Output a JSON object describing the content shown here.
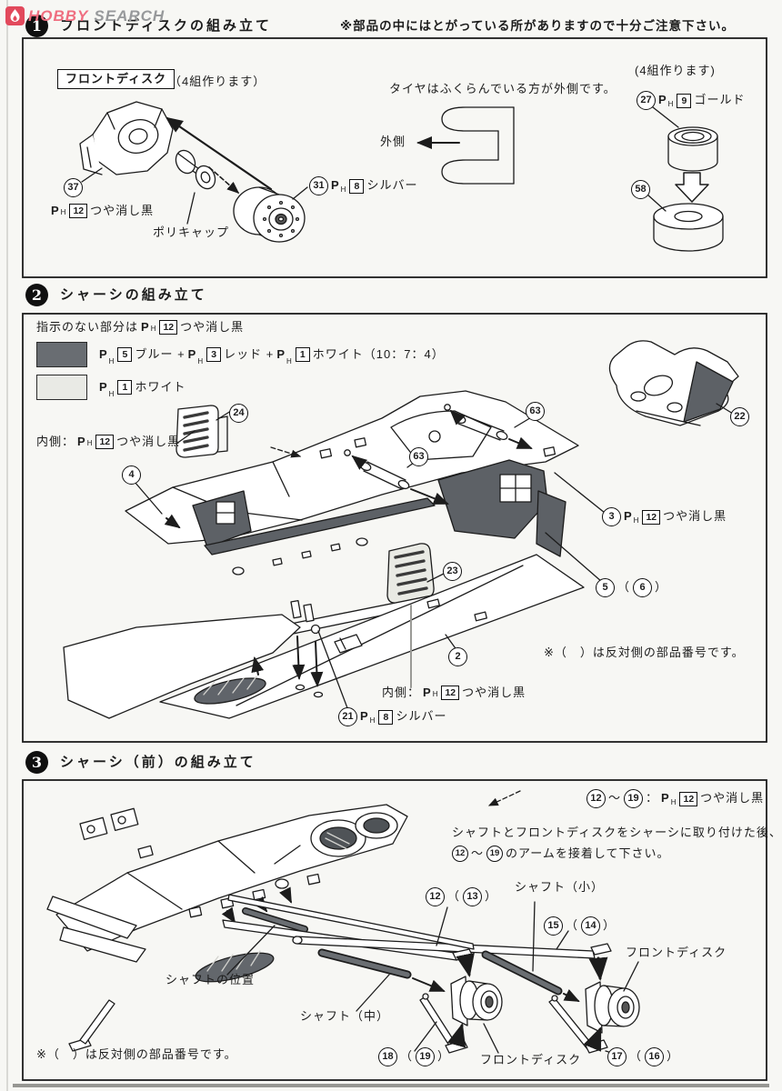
{
  "punct": {
    "open": "（",
    "close": "）",
    "tilde": "～",
    "colon": "："
  },
  "ph_mark": {
    "p": "P",
    "h": "H"
  },
  "watermark": {
    "hobby": "HOBBY",
    "search": "SEARCH",
    "accent": "#e2495c",
    "gray": "#97999b"
  },
  "colors": {
    "line": "#1c1c1c",
    "dark_part": "#5d6166",
    "light_part": "#e9eae4",
    "paper": "#f7f7f4"
  },
  "step1": {
    "number": "1",
    "title": "フロントディスクの組み立て",
    "warning": "※部品の中にはとがっている所がありますので十分ご注意下さい。",
    "disc_box_label": "フロントディスク",
    "make_count": "（4組作ります）",
    "part_37": "37",
    "paint_37": {
      "code": "12",
      "name": "つや消し黒"
    },
    "polycap": "ポリキャップ",
    "part_31": "31",
    "paint_31": {
      "code": "8",
      "name": "シルバー"
    },
    "tire_note": "タイヤはふくらんでいる方が外側です。",
    "outside": "外側",
    "make_count_right": "(4組作ります)",
    "part_27": "27",
    "paint_27": {
      "code": "9",
      "name": "ゴールド"
    },
    "part_58": "58"
  },
  "step2": {
    "number": "2",
    "title": "シャーシの組み立て",
    "default_note": {
      "prefix": "指示のない部分は",
      "code": "12",
      "name": "つや消し黒"
    },
    "swatch_dark": {
      "code1": "5",
      "name1": "ブルー + ",
      "code2": "3",
      "name2": "レッド + ",
      "code3": "1",
      "name3": "ホワイト（10：7：4）",
      "hex": "#696d72"
    },
    "swatch_light": {
      "code": "1",
      "name": "ホワイト",
      "hex": "#e9eae5"
    },
    "part_24": "24",
    "inner_note_top": {
      "prefix": "内側：",
      "code": "12",
      "name": "つや消し黒"
    },
    "part_4": "4",
    "part_63_top": "63",
    "part_63_mid": "63",
    "part_22": "22",
    "part_3": "3",
    "paint_3": {
      "code": "12",
      "name": "つや消し黒"
    },
    "part_5": "5",
    "part_6": "6",
    "part_23": "23",
    "part_2": "2",
    "inner_note_bottom": {
      "prefix": "内側：",
      "code": "12",
      "name": "つや消し黒"
    },
    "part_21": "21",
    "paint_21": {
      "code": "8",
      "name": "シルバー"
    },
    "opposite_note": "※（　）は反対側の部品番号です。"
  },
  "step3": {
    "number": "3",
    "title": "シャーシ（前）の組み立て",
    "range_note": {
      "from": "12",
      "to": "19",
      "code": "12",
      "name": "つや消し黒"
    },
    "instruction_line1": "シャフトとフロントディスクをシャーシに取り付けた後、",
    "instruction_from": "12",
    "instruction_to": "19",
    "instruction_line2": "のアームを接着して下さい。",
    "part_12": "12",
    "part_13": "13",
    "shaft_small": "シャフト（小）",
    "part_15": "15",
    "part_14": "14",
    "front_disc_right": "フロントディスク",
    "shaft_position": "シャフトの位置",
    "shaft_middle": "シャフト（中）",
    "part_18": "18",
    "part_19": "19",
    "front_disc_bottom": "フロントディスク",
    "part_17": "17",
    "part_16": "16",
    "opposite_note": "※（　）は反対側の部品番号です。"
  }
}
